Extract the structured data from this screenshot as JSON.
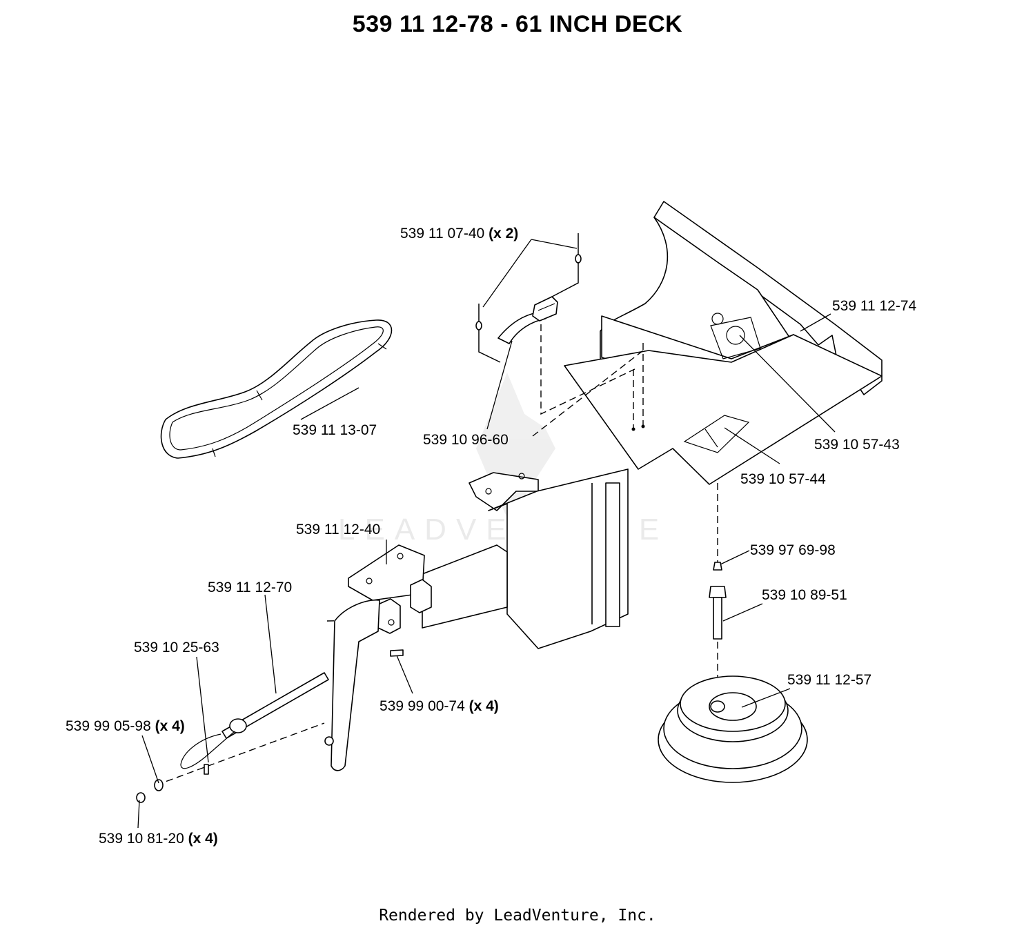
{
  "title": "539 11 12-78 - 61 INCH DECK",
  "footer": "Rendered by LeadVenture, Inc.",
  "watermark": "LEADVENTURE",
  "callouts": {
    "c_070740": {
      "part": "539 11 07-40",
      "qty": "(x 2)"
    },
    "c_111274": {
      "part": "539 11 12-74",
      "qty": ""
    },
    "c_111307": {
      "part": "539 11 13-07",
      "qty": ""
    },
    "c_109660": {
      "part": "539 10 96-60",
      "qty": ""
    },
    "c_105743": {
      "part": "539 10 57-43",
      "qty": ""
    },
    "c_105744": {
      "part": "539 10 57-44",
      "qty": ""
    },
    "c_111240": {
      "part": "539 11 12-40",
      "qty": ""
    },
    "c_976998": {
      "part": "539 97 69-98",
      "qty": ""
    },
    "c_111270": {
      "part": "539 11 12-70",
      "qty": ""
    },
    "c_108951": {
      "part": "539 10 89-51",
      "qty": ""
    },
    "c_102563": {
      "part": "539 10 25-63",
      "qty": ""
    },
    "c_111257": {
      "part": "539 11 12-57",
      "qty": ""
    },
    "c_990074": {
      "part": "539 99 00-74",
      "qty": "(x 4)"
    },
    "c_990598": {
      "part": "539 99 05-98",
      "qty": "(x 4)"
    },
    "c_108120": {
      "part": "539 10 81-20",
      "qty": "(x 4)"
    }
  },
  "colors": {
    "line": "#000000",
    "watermark": "#e6e6e6",
    "background": "#ffffff"
  }
}
